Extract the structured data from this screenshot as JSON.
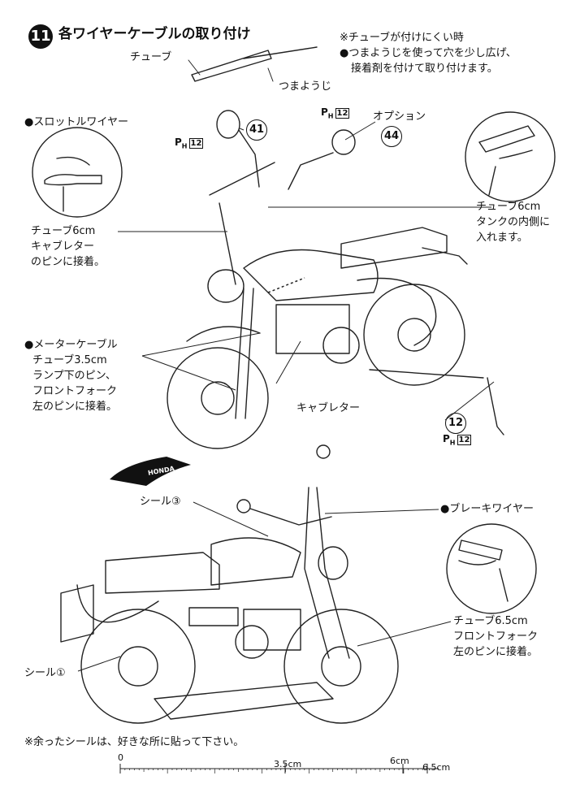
{
  "header": {
    "step_number": "11",
    "title": "各ワイヤーケーブルの取り付け"
  },
  "tip": {
    "line1": "※チューブが付けにくい時",
    "line2": "●つまようじを使って穴を少し広げ、",
    "line3": "接着剤を付けて取り付けます。",
    "tube_label": "チューブ",
    "toothpick_label": "つまようじ"
  },
  "callouts": {
    "throttle_title": "●スロットルワイヤー",
    "throttle_1": "チューブ6cm",
    "throttle_2": "キャブレター",
    "throttle_3": "のピンに接着。",
    "tank_1": "チューブ6cm",
    "tank_2": "タンクの内側に",
    "tank_3": "入れます。",
    "meter_title": "●メーターケーブル",
    "meter_1": "チューブ3.5cm",
    "meter_2": "ランプ下のピン、",
    "meter_3": "フロントフォーク",
    "meter_4": "左のピンに接着。",
    "carb": "キャブレター",
    "option": "オプション",
    "seal3": "シール③",
    "seal1": "シール①",
    "brake_title": "●ブレーキワイヤー",
    "brake_1": "チューブ6.5cm",
    "brake_2": "フロントフォーク",
    "brake_3": "左のピンに接着。"
  },
  "part_numbers": {
    "p41": "41",
    "p44": "44",
    "p12": "12",
    "ph_a": "P",
    "ph_sub": "H",
    "ph_num": "12"
  },
  "logo_text": "HONDA",
  "footnote": "※余ったシールは、好きな所に貼って下さい。",
  "ruler": {
    "zero": "0",
    "mark1": "3.5cm",
    "mark2": "6cm",
    "mark3": "6.5cm"
  }
}
